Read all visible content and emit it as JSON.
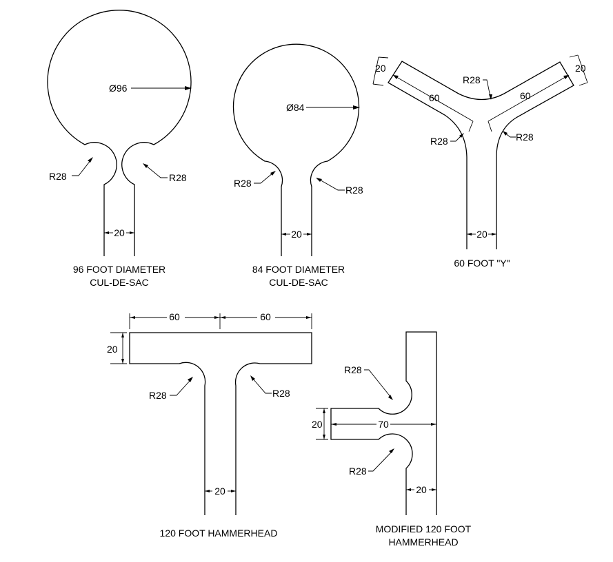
{
  "colors": {
    "line": "#000000",
    "background": "#ffffff"
  },
  "cul96": {
    "diameter_label": "Ø96",
    "radius_left": "R28",
    "radius_right": "R28",
    "width_label": "20",
    "caption_line1": "96 FOOT DIAMETER",
    "caption_line2": "CUL-DE-SAC"
  },
  "cul84": {
    "diameter_label": "Ø84",
    "radius_left": "R28",
    "radius_right": "R28",
    "width_label": "20",
    "caption_line1": "84 FOOT DIAMETER",
    "caption_line2": "CUL-DE-SAC"
  },
  "y_turn": {
    "arm_width_left": "20",
    "arm_width_right": "20",
    "arm_length_left": "60",
    "arm_length_right": "60",
    "radius_top": "R28",
    "radius_left": "R28",
    "radius_right": "R28",
    "width_label": "20",
    "caption": "60 FOOT \"Y\""
  },
  "hammerhead": {
    "left_length": "60",
    "right_length": "60",
    "head_width": "20",
    "radius_left": "R28",
    "radius_right": "R28",
    "width_label": "20",
    "caption": "120 FOOT HAMMERHEAD"
  },
  "modified": {
    "radius_top": "R28",
    "radius_bottom": "R28",
    "branch_width": "20",
    "branch_length": "70",
    "width_label": "20",
    "caption_line1": "MODIFIED 120 FOOT",
    "caption_line2": "HAMMERHEAD"
  }
}
